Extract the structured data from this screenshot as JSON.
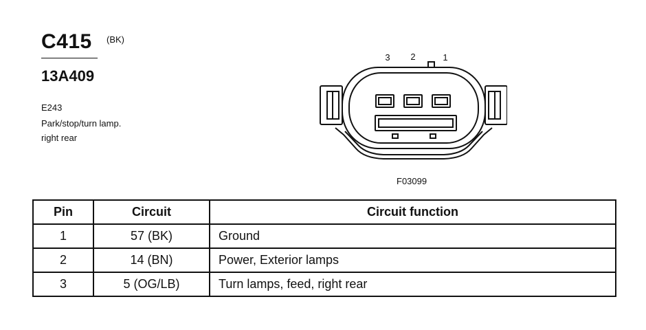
{
  "connector": {
    "id": "C415",
    "color_code": "(BK)",
    "part_number": "13A409",
    "description_lines": [
      "E243",
      "Park/stop/turn lamp.",
      "right rear"
    ]
  },
  "diagram": {
    "pin_labels": [
      "3",
      "2",
      "1"
    ],
    "figure_code": "F03099"
  },
  "table": {
    "headers": [
      "Pin",
      "Circuit",
      "Circuit function"
    ],
    "rows": [
      {
        "pin": "1",
        "circuit": "57 (BK)",
        "function": "Ground"
      },
      {
        "pin": "2",
        "circuit": "14 (BN)",
        "function": "Power, Exterior lamps"
      },
      {
        "pin": "3",
        "circuit": "5 (OG/LB)",
        "function": "Turn lamps, feed, right rear"
      }
    ]
  }
}
